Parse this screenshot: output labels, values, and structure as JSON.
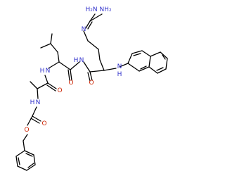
{
  "colors": {
    "bond": "#000000",
    "nitrogen": "#3333cc",
    "oxygen": "#cc2200"
  },
  "atoms": {
    "nh2_left": "H₂N",
    "nh2_right": "NH₂",
    "n_imine": "N",
    "nh_naphthyl": "N",
    "h_naphthyl": "H",
    "nh_leu": "N",
    "h_leu": "H",
    "nh_arg": "N",
    "h_arg": "H",
    "nh_ala": "N",
    "h_ala": "H",
    "o_leu": "O",
    "o_ala": "O",
    "o_carbonyl": "O",
    "o_ester": "O"
  }
}
